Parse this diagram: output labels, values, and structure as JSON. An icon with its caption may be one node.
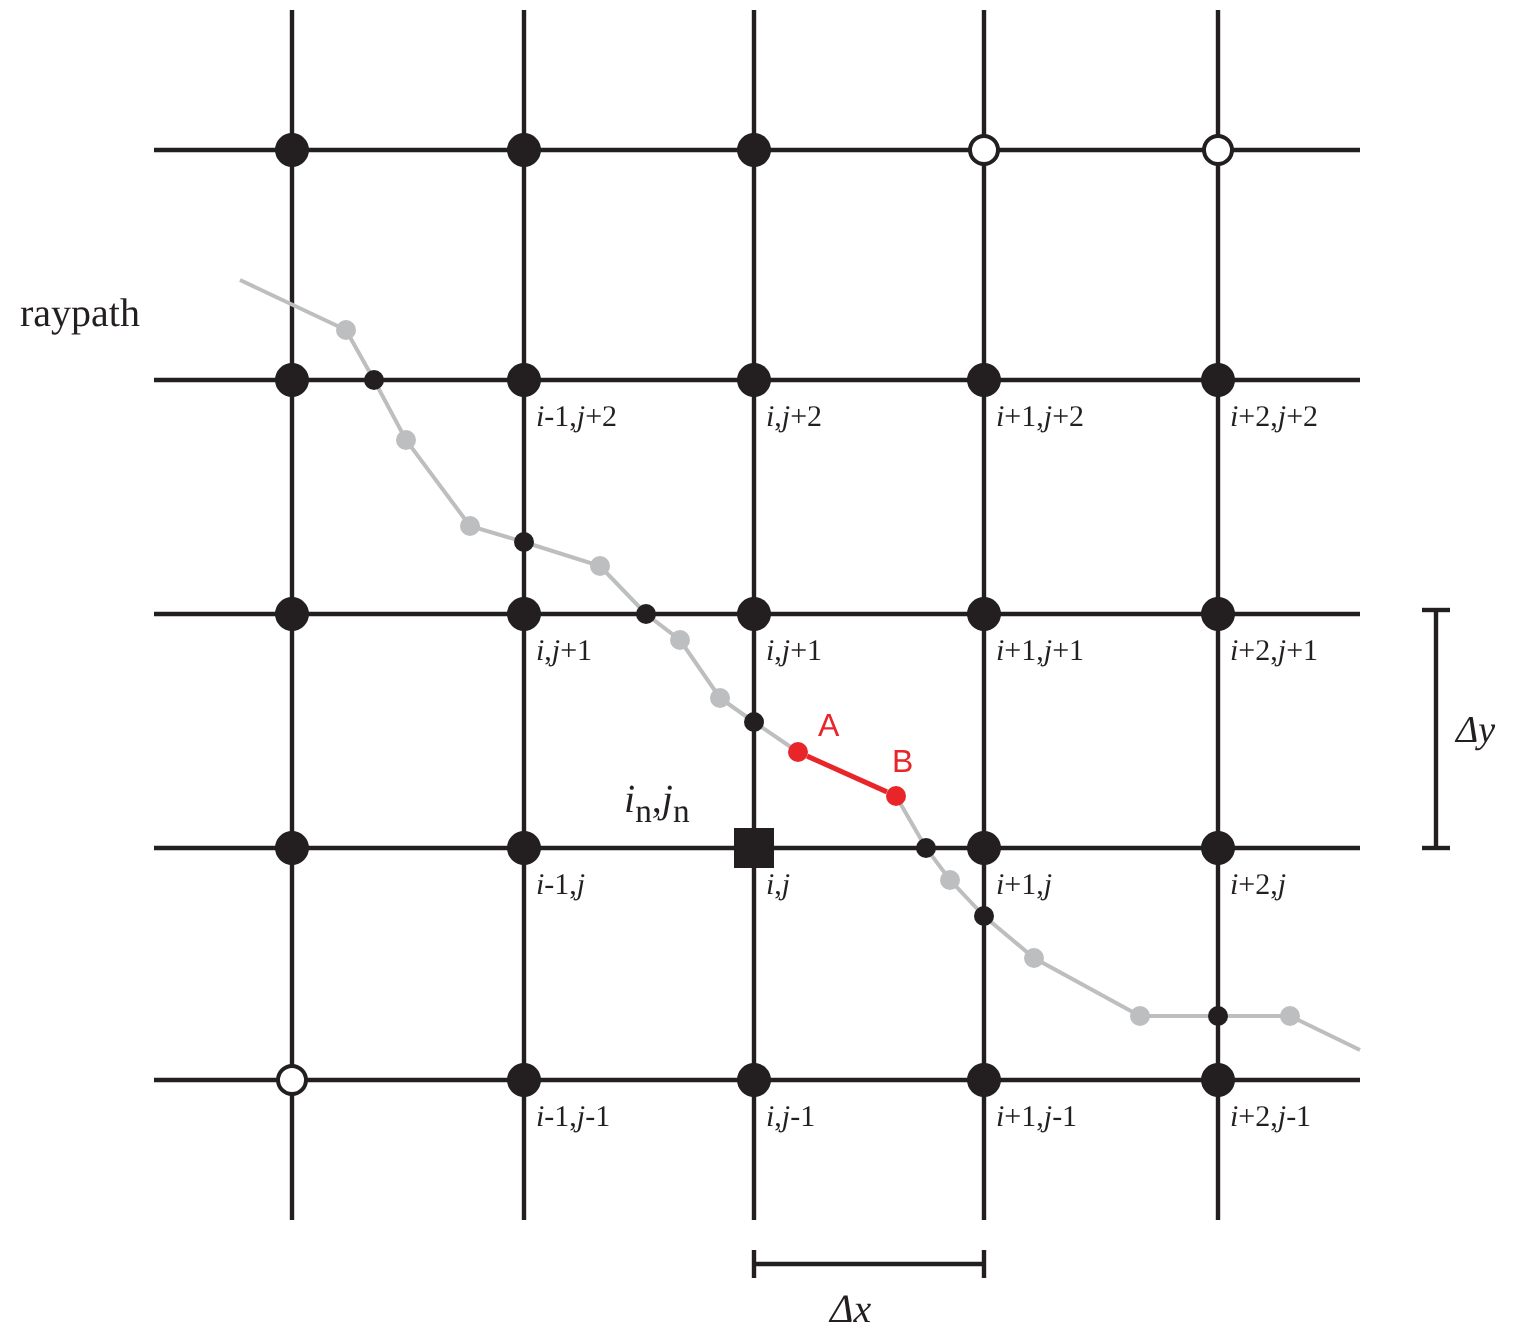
{
  "diagram": {
    "nodes": [
      {
        "text": [
          "A"
        ]
      },
      {
        "text": [
          "B"
        ]
      }
    ],
    "edges": [
      {
        "from": 0,
        "to": 1,
        "arrow": "none",
        "color": "#e8262a"
      }
    ],
    "labels": [
      "raypath",
      "*i*-1,*j*+2",
      "*i*,*j*+2",
      "*i*+1,*j*+2",
      "*i*+2,*j*+2",
      "*i*,*j*+1",
      "*i*,*j*+1",
      "*i*+1,*j*+1",
      "*i*+2,*j*+1",
      "*i*$_{n}$,*j*$_{n}$",
      "Δy",
      "*i*-1,*j*",
      "*i*,*j*",
      "*i*+1,*j*",
      "*i*+2,*j*",
      "*i*-1,*j*-1",
      "*i*,*j*-1",
      "*i*+1,*j*-1",
      "*i*+2,*j*-1",
      "Δx"
    ]
  }
}
